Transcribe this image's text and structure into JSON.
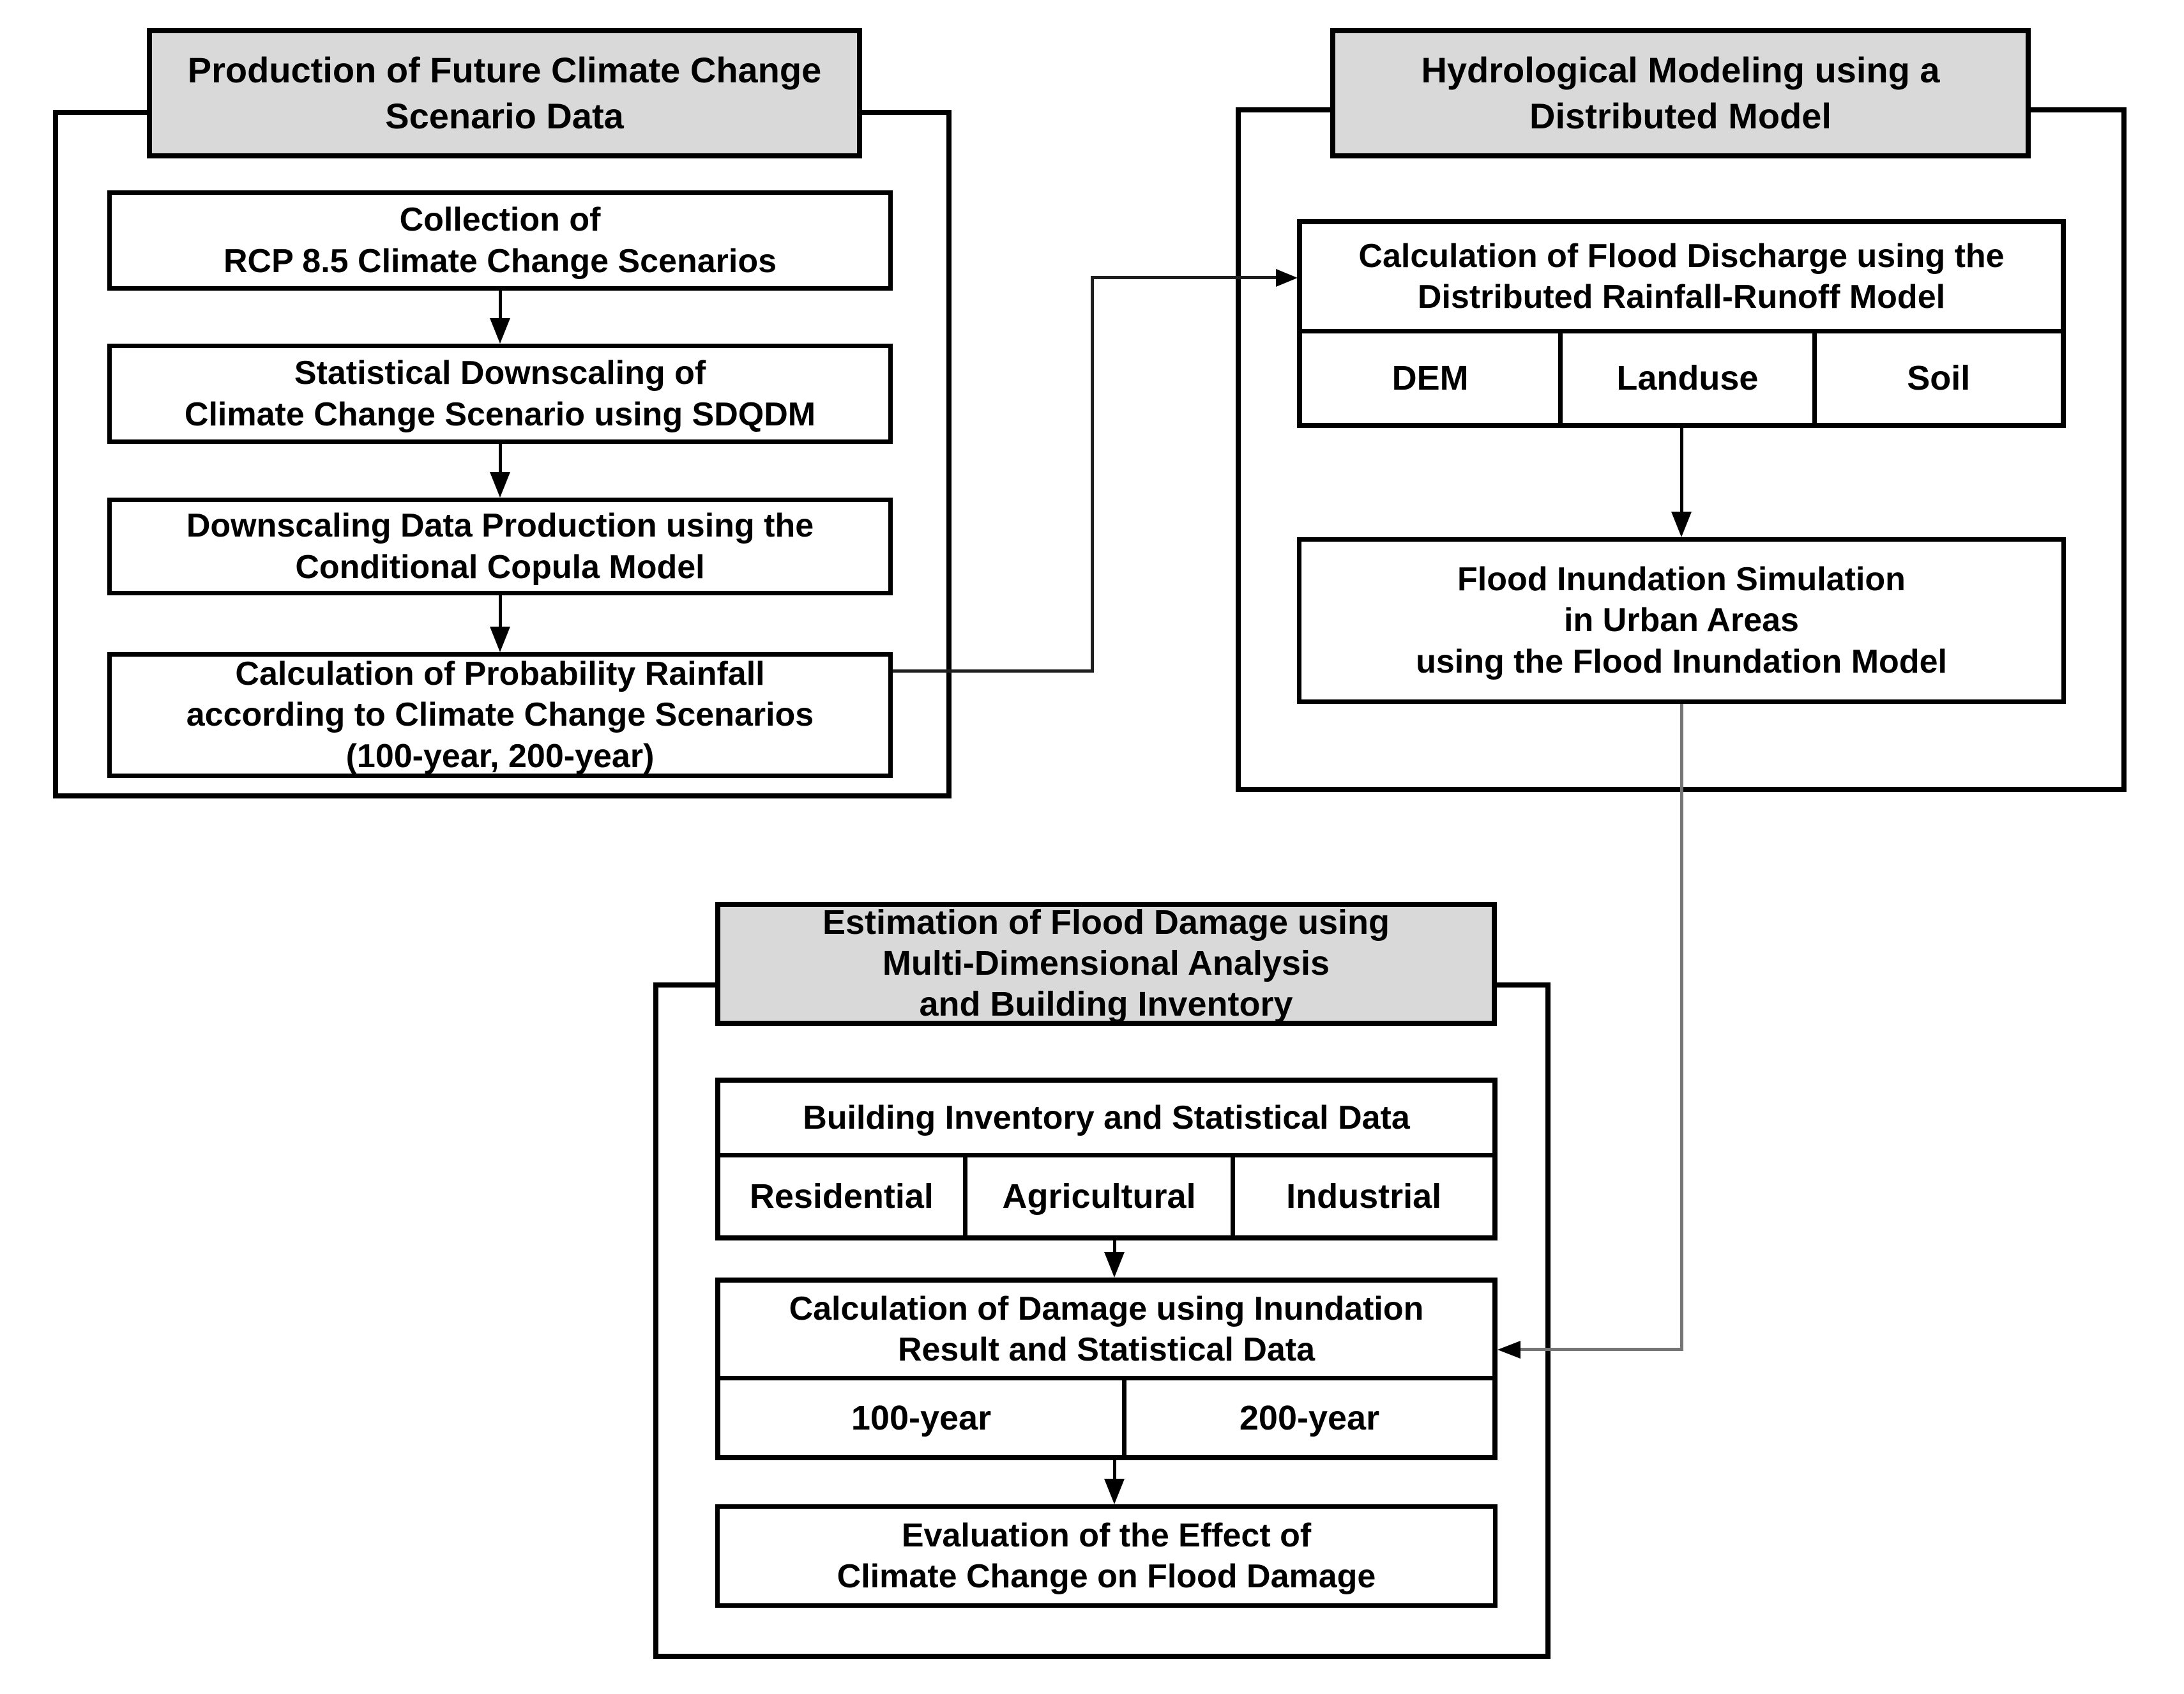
{
  "title": "Flood damage estimation under climate change - methodology flowchart",
  "colors": {
    "header_fill": "#d9d9d9",
    "border": "#000000",
    "connector_dark": "#1f1f1f",
    "connector_gray": "#757575"
  },
  "sections": {
    "climate": {
      "header": "Production of Future Climate Change\nScenario Data",
      "steps": [
        "Collection of\nRCP 8.5 Climate Change Scenarios",
        "Statistical Downscaling of\nClimate Change Scenario using SDQDM",
        "Downscaling Data Production using the\nConditional Copula Model",
        "Calculation of Probability Rainfall\naccording to Climate Change Scenarios\n(100-year, 200-year)"
      ]
    },
    "hydrology": {
      "header": "Hydrological Modeling using a\nDistributed Model",
      "discharge": "Calculation of Flood Discharge using the\nDistributed Rainfall-Runoff Model",
      "inputs": [
        "DEM",
        "Landuse",
        "Soil"
      ],
      "inundation": "Flood Inundation Simulation\nin Urban Areas\nusing the Flood Inundation Model"
    },
    "damage": {
      "header": "Estimation of Flood Damage using\nMulti-Dimensional Analysis\nand Building Inventory",
      "inventory": "Building Inventory and Statistical Data",
      "categories": [
        "Residential",
        "Agricultural",
        "Industrial"
      ],
      "calculation": "Calculation of Damage using Inundation\nResult and Statistical Data",
      "periods": [
        "100-year",
        "200-year"
      ],
      "evaluation": "Evaluation of the Effect of\nClimate Change on Flood Damage"
    }
  }
}
